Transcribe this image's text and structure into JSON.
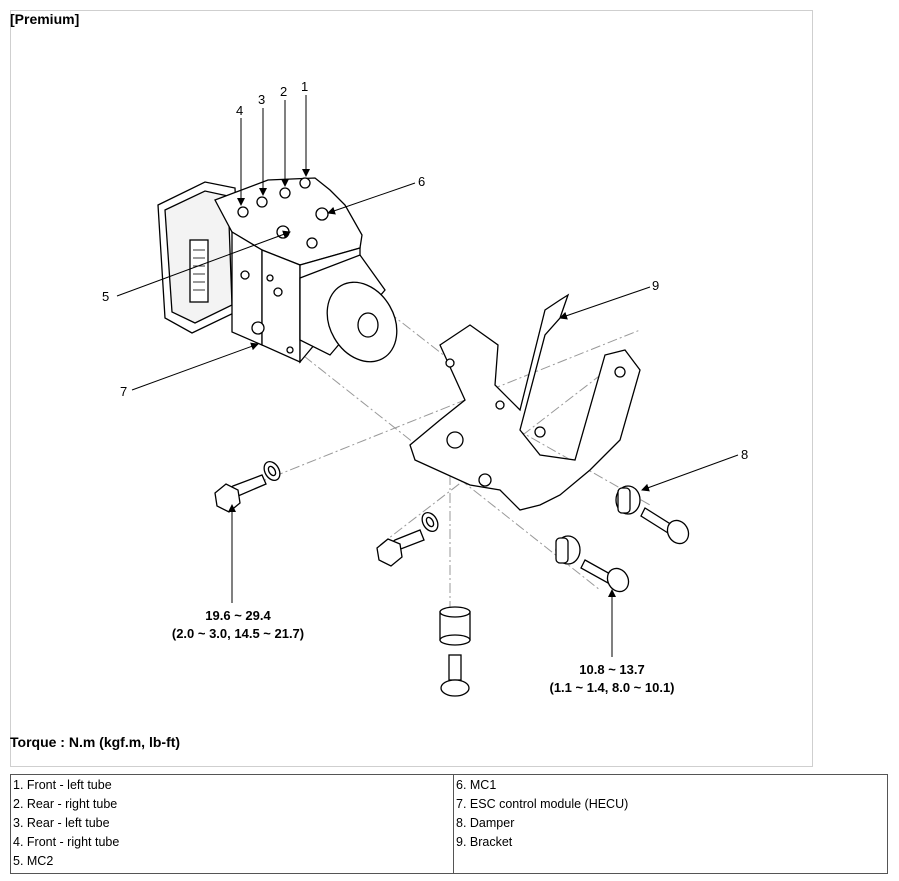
{
  "figure": {
    "title": "[Premium]",
    "torque_note": "Torque : N.m (kgf.m, lb-ft)",
    "callouts": [
      "1",
      "2",
      "3",
      "4",
      "5",
      "6",
      "7",
      "8",
      "9"
    ],
    "torque_bolt": {
      "line1": "19.6 ~ 29.4",
      "line2": "(2.0 ~ 3.0, 14.5 ~ 21.7)"
    },
    "torque_damper": {
      "line1": "10.8 ~ 13.7",
      "line2": "(1.1 ~ 1.4, 8.0 ~ 10.1)"
    }
  },
  "legend": {
    "left": [
      "1. Front - left tube",
      "2. Rear - right tube",
      "3. Rear - left tube",
      "4. Front - right tube",
      "5. MC2"
    ],
    "right": [
      "6. MC1",
      "7. ESC control module (HECU)",
      "8. Damper",
      "9. Bracket"
    ]
  }
}
